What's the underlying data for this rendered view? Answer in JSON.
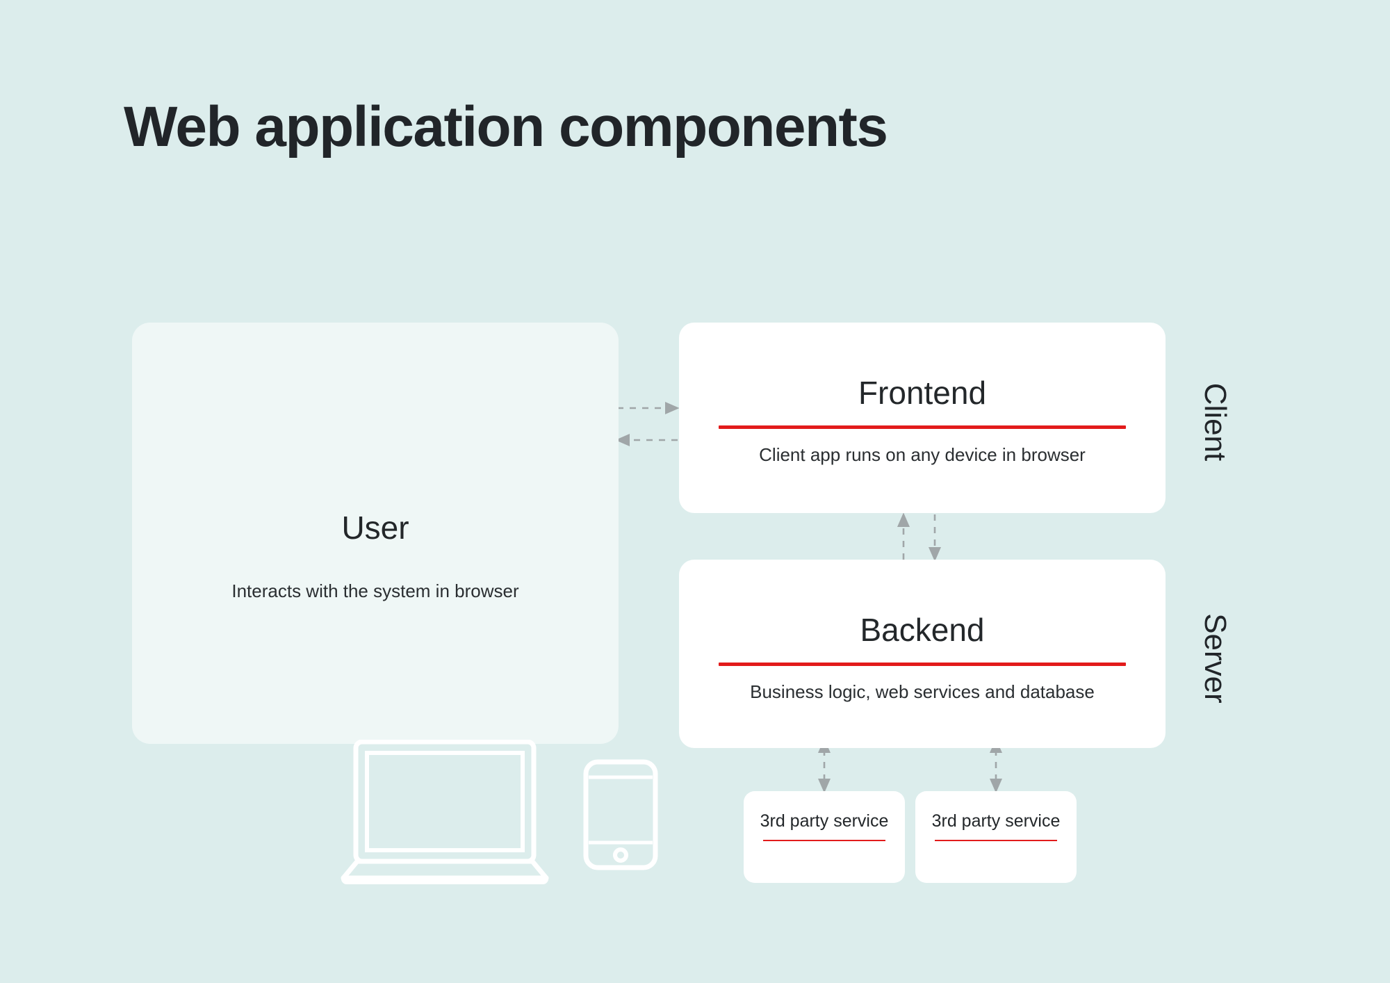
{
  "title": "Web application components",
  "colors": {
    "page_background": "#dcedec",
    "card_background": "#ffffff",
    "user_card_background": "#eff7f6",
    "accent_rule": "#e21b1b",
    "text": "#23272a",
    "connector": "#a0a6a8"
  },
  "cards": {
    "user": {
      "title": "User",
      "description": "Interacts with the system in browser",
      "icons": [
        "laptop-icon",
        "smartphone-icon"
      ]
    },
    "frontend": {
      "title": "Frontend",
      "description": "Client app runs on any device in browser"
    },
    "backend": {
      "title": "Backend",
      "description": "Business logic, web services and database"
    },
    "services": [
      {
        "title": "3rd party service"
      },
      {
        "title": "3rd party service"
      }
    ]
  },
  "side_labels": {
    "client": "Client",
    "server": "Server"
  },
  "connections": [
    {
      "from": "user",
      "to": "frontend",
      "direction": "right",
      "style": "dashed"
    },
    {
      "from": "frontend",
      "to": "user",
      "direction": "left",
      "style": "dashed"
    },
    {
      "from": "backend",
      "to": "frontend",
      "direction": "up",
      "style": "dashed"
    },
    {
      "from": "frontend",
      "to": "backend",
      "direction": "down",
      "style": "dashed"
    },
    {
      "from": "backend",
      "to": "service-1",
      "direction": "both",
      "style": "dashed"
    },
    {
      "from": "backend",
      "to": "service-2",
      "direction": "both",
      "style": "dashed"
    }
  ]
}
